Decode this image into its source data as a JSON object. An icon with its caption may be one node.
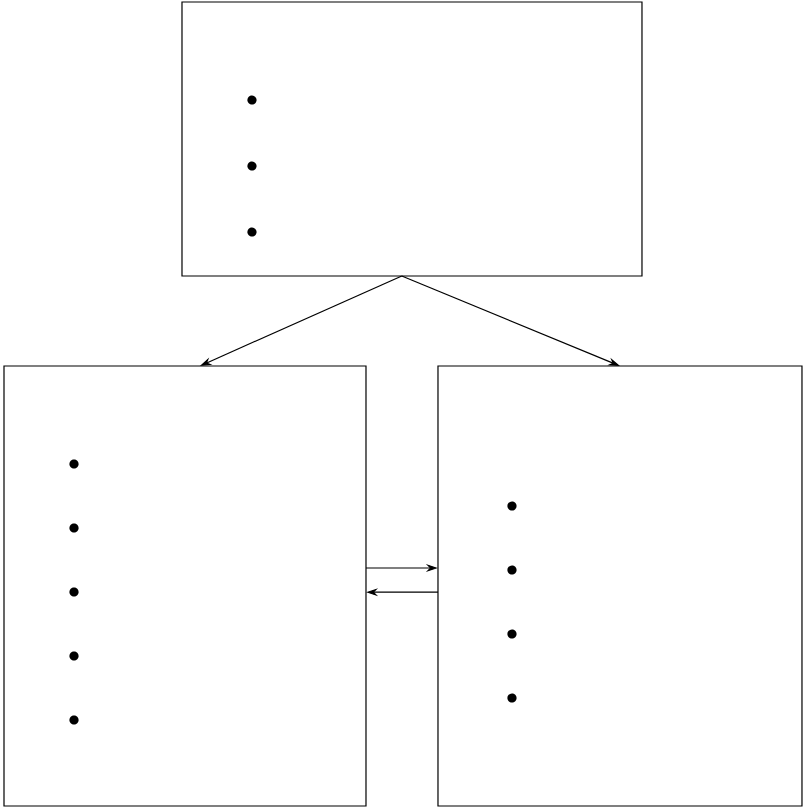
{
  "diagram": {
    "nodes": [
      {
        "text": [],
        "shape": "box"
      },
      {
        "text": [],
        "shape": "box"
      },
      {
        "text": [],
        "shape": "box"
      }
    ],
    "edges": [
      {
        "from": 0,
        "to": 1,
        "arrow": "to"
      },
      {
        "from": 0,
        "to": 2,
        "arrow": "to"
      },
      {
        "from": 1,
        "to": 2,
        "arrow": "to"
      },
      {
        "from": 2,
        "to": 1,
        "arrow": "to"
      }
    ]
  }
}
